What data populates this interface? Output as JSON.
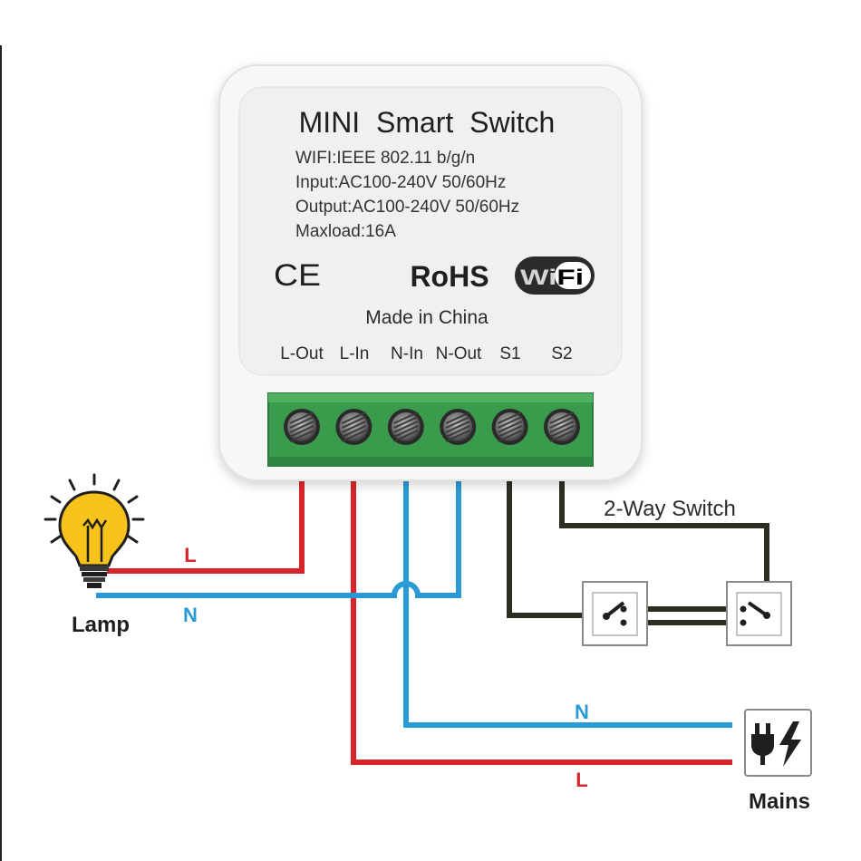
{
  "device": {
    "title": "MINI  Smart  Switch",
    "specs": [
      "WIFI:IEEE 802.11 b/g/n",
      "Input:AC100-240V 50/60Hz",
      "Output:AC100-240V 50/60Hz",
      "Maxload:16A"
    ],
    "ce_mark": "CE",
    "rohs": "RoHS",
    "wifi_logo": "WiFi",
    "made_in": "Made in China",
    "terminals": [
      "L-Out",
      "L-In",
      "N-In",
      "N-Out",
      "S1",
      "S2"
    ]
  },
  "labels": {
    "lamp": "Lamp",
    "mains": "Mains",
    "two_way_switch": "2-Way Switch",
    "lamp_live": "L",
    "lamp_neutral": "N",
    "mains_neutral": "N",
    "mains_live": "L"
  },
  "colors": {
    "live_wire": "#d7262b",
    "neutral_wire": "#2a9ad6",
    "switch_wire": "#2d2d22",
    "terminal_block": "#3b9b4c",
    "bulb": "#f6c21b"
  },
  "icons": [
    "lightbulb-icon",
    "power-plug-icon",
    "wall-switch-icon",
    "wifi-logo-icon",
    "ce-mark-icon"
  ]
}
